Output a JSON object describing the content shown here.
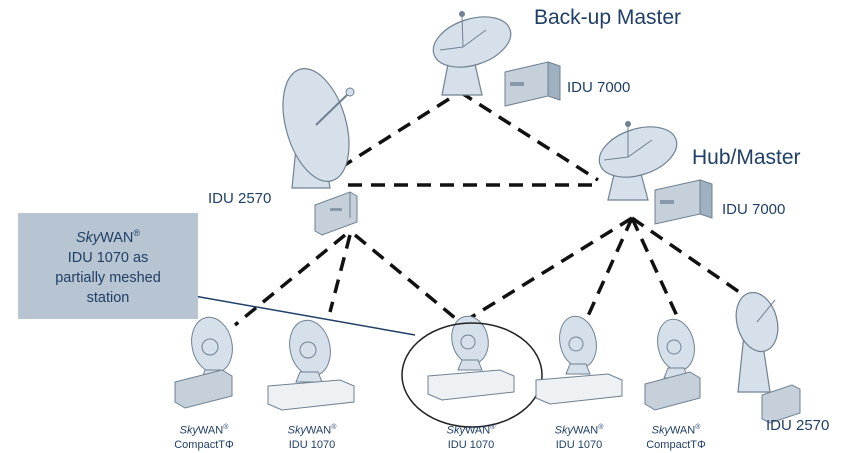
{
  "labels": {
    "backup_master": "Back-up Master",
    "backup_idu": "IDU 7000",
    "hub_master": "Hub/Master",
    "hub_idu": "IDU 7000",
    "left_idu": "IDU 2570",
    "right_idu": "IDU 2570"
  },
  "callout": {
    "brand_italic": "Sky",
    "brand_rest": "WAN",
    "reg": "®",
    "line2": "IDU 1070 as",
    "line3": "partially meshed",
    "line4": "station"
  },
  "stations": [
    {
      "brand_italic": "Sky",
      "brand_rest": "WAN",
      "reg": "®",
      "model": "CompactTΦ"
    },
    {
      "brand_italic": "Sky",
      "brand_rest": "WAN",
      "reg": "®",
      "model": "IDU 1070"
    },
    {
      "brand_italic": "Sky",
      "brand_rest": "WAN",
      "reg": "®",
      "model": "IDU 1070"
    },
    {
      "brand_italic": "Sky",
      "brand_rest": "WAN",
      "reg": "®",
      "model": "IDU 1070"
    },
    {
      "brand_italic": "Sky",
      "brand_rest": "WAN",
      "reg": "®",
      "model": "CompactTΦ"
    }
  ],
  "colors": {
    "text": "#1f3f66",
    "dish": "#d6e0ea",
    "dish_stroke": "#6f8192",
    "callout_bg": "#b7c4d1"
  }
}
